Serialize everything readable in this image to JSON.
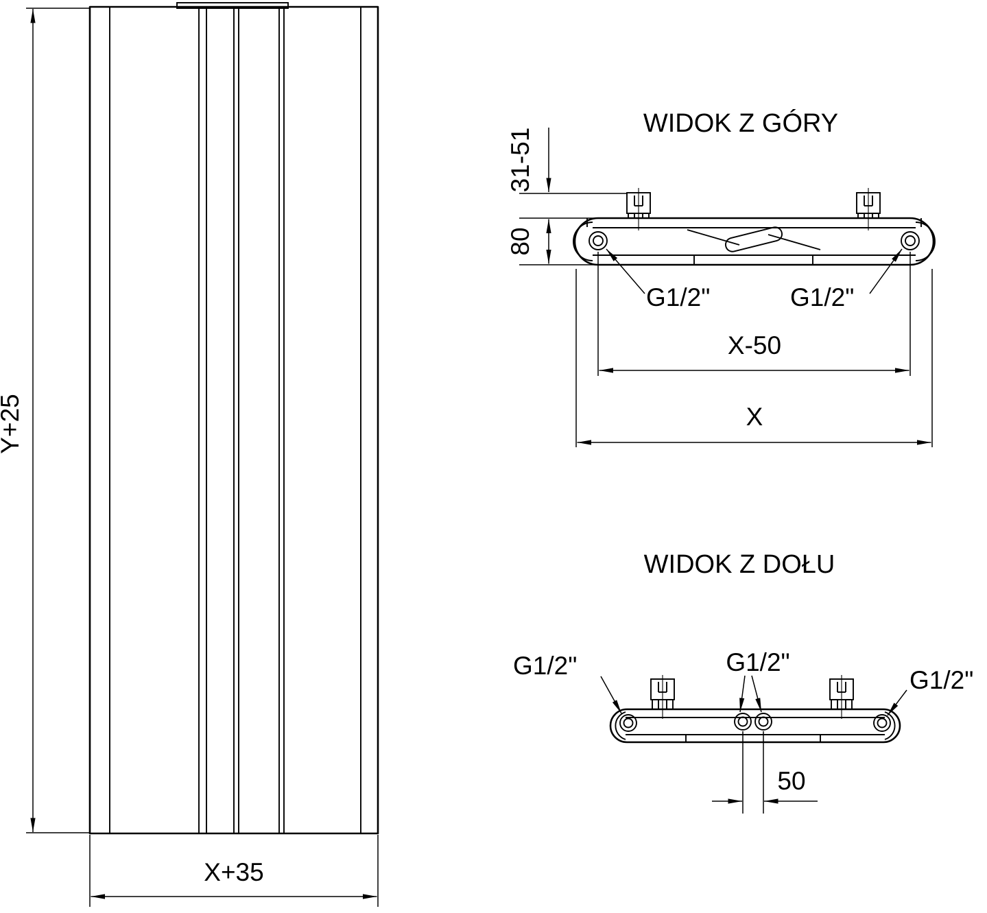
{
  "front_view": {
    "height_dim": "Y+25",
    "width_dim": "X+35"
  },
  "top_view": {
    "title": "WIDOK Z GÓRY",
    "bracket_depth_dim": "31-51",
    "body_depth_dim": "80",
    "connection_left": "G1/2\"",
    "connection_right": "G1/2\"",
    "pitch_dim": "X-50",
    "width_dim": "X"
  },
  "bottom_view": {
    "title": "WIDOK Z DOŁU",
    "connection_left": "G1/2\"",
    "connection_center": "G1/2\"",
    "connection_right": "G1/2\"",
    "center_pitch_dim": "50"
  }
}
